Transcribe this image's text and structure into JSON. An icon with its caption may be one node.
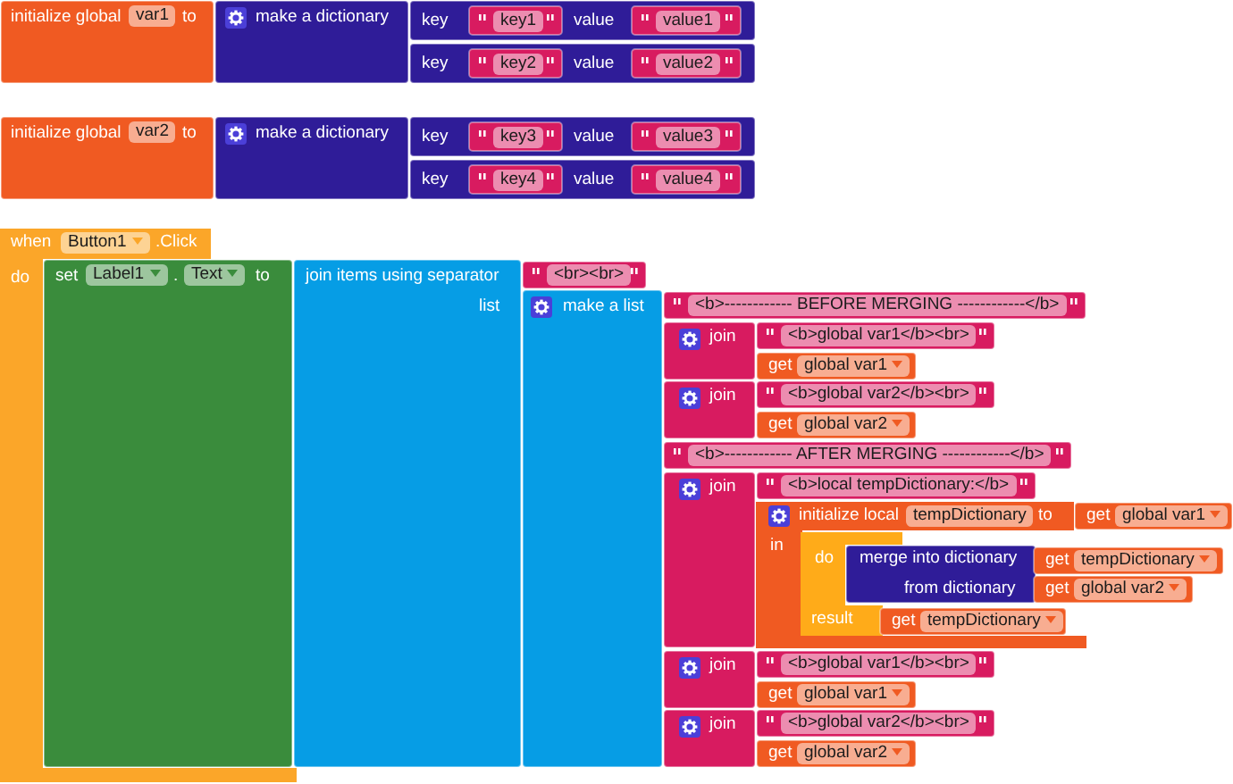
{
  "diagram": {
    "nodes": [
      {
        "text": [
          "initialize global",
          "var1",
          "to"
        ]
      },
      {
        "text": [
          "make a dictionary"
        ]
      },
      {
        "text": [
          "key",
          "value"
        ]
      },
      {
        "text": [
          "key1"
        ],
        "in": 2
      },
      {
        "text": [
          "value1"
        ],
        "in": 2
      },
      {
        "text": [
          "key",
          "value"
        ]
      },
      {
        "text": [
          "key2"
        ],
        "in": 5
      },
      {
        "text": [
          "value2"
        ],
        "in": 5
      },
      {
        "text": [
          "initialize global",
          "var2",
          "to"
        ]
      },
      {
        "text": [
          "make a dictionary"
        ]
      },
      {
        "text": [
          "key",
          "value"
        ]
      },
      {
        "text": [
          "key3"
        ],
        "in": 10
      },
      {
        "text": [
          "value3"
        ],
        "in": 10
      },
      {
        "text": [
          "key",
          "value"
        ]
      },
      {
        "text": [
          "key4"
        ],
        "in": 13
      },
      {
        "text": [
          "value4"
        ],
        "in": 13
      },
      {
        "text": [
          "when",
          "Button1",
          ".Click",
          "do"
        ]
      },
      {
        "text": [
          "set",
          "Label1",
          ".",
          "Text",
          "to"
        ],
        "in": 16
      },
      {
        "text": [
          "join items using separator",
          "list"
        ]
      },
      {
        "text": [
          "<br><br>"
        ]
      },
      {
        "text": [
          "make a list"
        ]
      },
      {
        "text": [
          "<b>------------ BEFORE MERGING ------------</b>"
        ]
      },
      {
        "text": [
          "join"
        ]
      },
      {
        "text": [
          "<b>global var1</b><br>"
        ]
      },
      {
        "text": [
          "get",
          "global var1"
        ]
      },
      {
        "text": [
          "join"
        ]
      },
      {
        "text": [
          "<b>global var2</b><br>"
        ]
      },
      {
        "text": [
          "get",
          "global var2"
        ]
      },
      {
        "text": [
          "<b>------------ AFTER MERGING ------------</b>"
        ]
      },
      {
        "text": [
          "join"
        ]
      },
      {
        "text": [
          "<b>local tempDictionary:</b>"
        ]
      },
      {
        "text": [
          "initialize local",
          "tempDictionary",
          "to",
          "in"
        ]
      },
      {
        "text": [
          "get",
          "global var1"
        ]
      },
      {
        "text": [
          "do",
          "result"
        ],
        "in": 31
      },
      {
        "text": [
          "merge into dictionary",
          "from dictionary"
        ],
        "in": 31
      },
      {
        "text": [
          "get",
          "tempDictionary"
        ]
      },
      {
        "text": [
          "get",
          "global var2"
        ]
      },
      {
        "text": [
          "get",
          "tempDictionary"
        ],
        "in": 31
      },
      {
        "text": [
          "join"
        ]
      },
      {
        "text": [
          "<b>global var1</b><br>"
        ]
      },
      {
        "text": [
          "get",
          "global var1"
        ]
      },
      {
        "text": [
          "join"
        ]
      },
      {
        "text": [
          "<b>global var2</b><br>"
        ]
      },
      {
        "text": [
          "get",
          "global var2"
        ]
      }
    ]
  }
}
